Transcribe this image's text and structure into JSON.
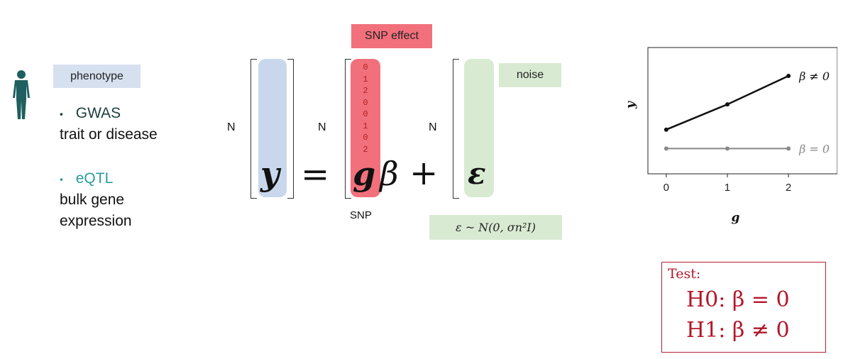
{
  "left_panel": {
    "phenotype_label": "phenotype",
    "gwas_title": "GWAS",
    "gwas_desc": "trait or disease",
    "eqtl_title": "eQTL",
    "eqtl_desc_line1": "bulk gene",
    "eqtl_desc_line2": "expression",
    "colors": {
      "gwas": "#1f3d3d",
      "eqtl": "#2a9d9d",
      "figure": "#1f5f5f",
      "phenotype_bg": "#d6e0ef"
    }
  },
  "equation": {
    "snp_effect_label": "SNP effect",
    "noise_label": "noise",
    "n_label": "N",
    "snp_label": "SNP",
    "y": "y",
    "equals": "=",
    "g": "g",
    "beta": "β",
    "plus": "+",
    "epsilon": "ε",
    "genotype_values": [
      "0",
      "1",
      "2",
      "0",
      "0",
      "1",
      "0",
      "2"
    ],
    "noise_dist": "ε ~ N(0, σn²I)",
    "colors": {
      "y_col": "#c9d7ec",
      "g_col": "#f2707c",
      "eps_col": "#d9ead3",
      "snp_label_bg": "#f2707c",
      "noise_label_bg": "#d9ead3"
    }
  },
  "chart_data": {
    "type": "line",
    "xlabel": "g",
    "ylabel": "y",
    "x_ticks": [
      "0",
      "1",
      "2"
    ],
    "series": [
      {
        "name": "β ≠ 0",
        "x": [
          0,
          1,
          2
        ],
        "y": [
          0.5,
          0.9,
          1.35
        ],
        "color": "#111111"
      },
      {
        "name": "β = 0",
        "x": [
          0,
          1,
          2
        ],
        "y": [
          0.2,
          0.2,
          0.2
        ],
        "color": "#888888"
      }
    ],
    "xlim": [
      -0.3,
      2.8
    ],
    "ylim": [
      -0.2,
      1.8
    ]
  },
  "test_box": {
    "title": "Test:",
    "h0": "H0: β = 0",
    "h1": "H1: β ≠ 0"
  }
}
